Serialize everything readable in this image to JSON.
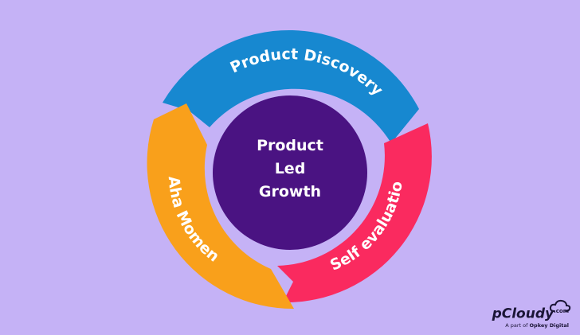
{
  "diagram": {
    "center": {
      "lines": [
        "Product",
        "Led",
        "Growth"
      ],
      "color": "#4a1382"
    },
    "segments": [
      {
        "label": "Product Discovery",
        "color": "#1788d0"
      },
      {
        "label": "Self evaluation",
        "color": "#fa2a5f"
      },
      {
        "label": "Aha Moment",
        "color": "#f9a01b"
      }
    ]
  },
  "logo": {
    "name": "pCloudy",
    "domain": ".com",
    "tagline_prefix": "A part of",
    "tagline_brand": "Opkey Digital"
  },
  "background": "#c5b2f6"
}
